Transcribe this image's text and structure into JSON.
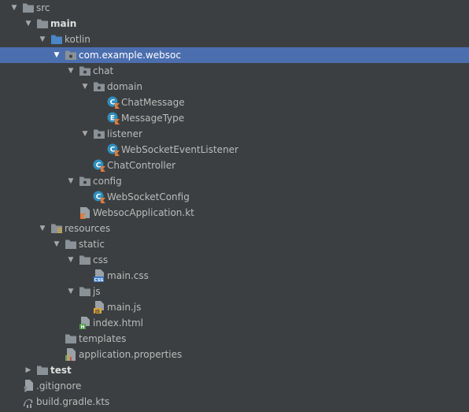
{
  "tree": [
    {
      "label": "src",
      "depth": 0,
      "expanded": true,
      "icon": "folder-icon",
      "bold": false
    },
    {
      "label": "main",
      "depth": 1,
      "expanded": true,
      "icon": "folder-icon",
      "bold": true
    },
    {
      "label": "kotlin",
      "depth": 2,
      "expanded": true,
      "icon": "source-root-folder-icon",
      "bold": false
    },
    {
      "label": "com.example.websoc",
      "depth": 3,
      "expanded": true,
      "icon": "package-icon",
      "bold": false,
      "selected": true
    },
    {
      "label": "chat",
      "depth": 4,
      "expanded": true,
      "icon": "package-icon",
      "bold": false
    },
    {
      "label": "domain",
      "depth": 5,
      "expanded": true,
      "icon": "package-icon",
      "bold": false
    },
    {
      "label": "ChatMessage",
      "depth": 6,
      "icon": "kotlin-class-icon",
      "bold": false
    },
    {
      "label": "MessageType",
      "depth": 6,
      "icon": "kotlin-enum-icon",
      "bold": false
    },
    {
      "label": "listener",
      "depth": 5,
      "expanded": true,
      "icon": "package-icon",
      "bold": false
    },
    {
      "label": "WebSocketEventListener",
      "depth": 6,
      "icon": "kotlin-class-icon",
      "bold": false
    },
    {
      "label": "ChatController",
      "depth": 5,
      "icon": "kotlin-class-icon",
      "bold": false
    },
    {
      "label": "config",
      "depth": 4,
      "expanded": true,
      "icon": "package-icon",
      "bold": false
    },
    {
      "label": "WebSocketConfig",
      "depth": 5,
      "icon": "kotlin-class-icon",
      "bold": false
    },
    {
      "label": "WebsocApplication.kt",
      "depth": 4,
      "icon": "kotlin-file-icon",
      "bold": false
    },
    {
      "label": "resources",
      "depth": 2,
      "expanded": true,
      "icon": "resources-folder-icon",
      "bold": false
    },
    {
      "label": "static",
      "depth": 3,
      "expanded": true,
      "icon": "folder-icon",
      "bold": false
    },
    {
      "label": "css",
      "depth": 4,
      "expanded": true,
      "icon": "folder-icon",
      "bold": false
    },
    {
      "label": "main.css",
      "depth": 5,
      "icon": "css-file-icon",
      "bold": false
    },
    {
      "label": "js",
      "depth": 4,
      "expanded": true,
      "icon": "folder-icon",
      "bold": false
    },
    {
      "label": "main.js",
      "depth": 5,
      "icon": "js-file-icon",
      "bold": false
    },
    {
      "label": "index.html",
      "depth": 4,
      "icon": "html-file-icon",
      "bold": false
    },
    {
      "label": "templates",
      "depth": 3,
      "icon": "folder-icon",
      "bold": false
    },
    {
      "label": "application.properties",
      "depth": 3,
      "icon": "properties-file-icon",
      "bold": false
    },
    {
      "label": "test",
      "depth": 1,
      "expanded": false,
      "icon": "folder-icon",
      "bold": true
    },
    {
      "label": ".gitignore",
      "depth": 0,
      "icon": "gitignore-file-icon",
      "bold": false
    },
    {
      "label": "build.gradle.kts",
      "depth": 0,
      "icon": "gradle-file-icon",
      "bold": false
    }
  ],
  "colors": {
    "background": "#3c3f41",
    "selection": "#4b6eaf",
    "text": "#bbbbbb",
    "folder": "#8a9197",
    "kotlin_class": "#2f8fbd",
    "css": "#3d7bcc",
    "js": "#d9a43a",
    "html": "#4c9a47"
  }
}
